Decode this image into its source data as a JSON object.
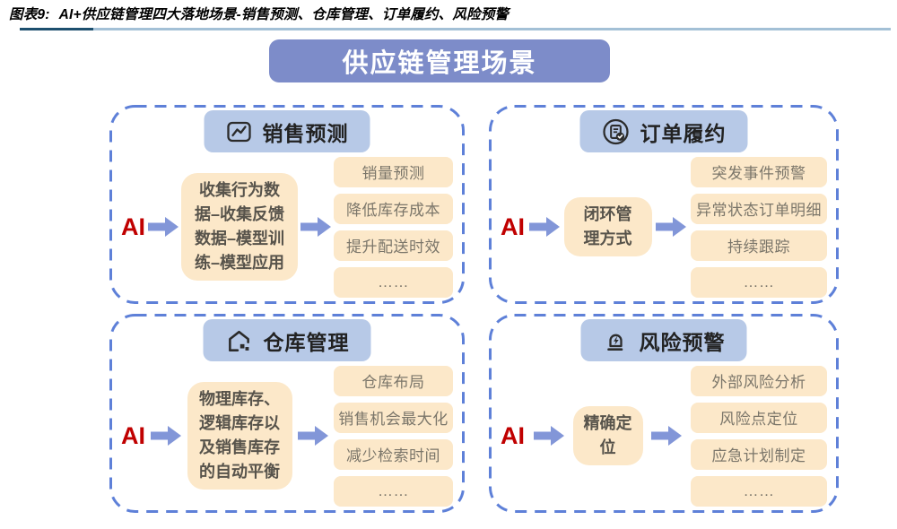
{
  "caption": {
    "label": "图表9:",
    "title": "AI+供应链管理四大落地场景-销售预测、仓库管理、订单履约、风险预警"
  },
  "banner": {
    "title": "供应链管理场景"
  },
  "colors": {
    "banner_bg": "#7d8cc9",
    "section_pill_bg": "#b7c9e7",
    "dashed_border": "#5e80d8",
    "item_pill_bg": "#fce8c9",
    "ai_red": "#c00000",
    "arrow_blue": "#8296d8",
    "rule_dark": "#1d4f6e",
    "rule_light": "#a3c0d6"
  },
  "sections": [
    {
      "id": "sales-forecast",
      "icon": "line-chart-icon",
      "title": "销售预测",
      "ai_label": "AI",
      "process": "收集行为数据–收集反馈数据–模型训练–模型应用",
      "outputs": [
        "销量预测",
        "降低库存成本",
        "提升配送时效",
        "……"
      ]
    },
    {
      "id": "order-fulfillment",
      "icon": "order-check-icon",
      "title": "订单履约",
      "ai_label": "AI",
      "process": "闭环管理方式",
      "outputs": [
        "突发事件预警",
        "异常状态订单明细",
        "持续跟踪",
        "……"
      ]
    },
    {
      "id": "warehouse-management",
      "icon": "warehouse-icon",
      "title": "仓库管理",
      "ai_label": "AI",
      "process": "物理库存、逻辑库存以及销售库存的自动平衡",
      "outputs": [
        "仓库布局",
        "销售机会最大化",
        "减少检索时间",
        "……"
      ]
    },
    {
      "id": "risk-warning",
      "icon": "alarm-icon",
      "title": "风险预警",
      "ai_label": "AI",
      "process": "精确定位",
      "outputs": [
        "外部风险分析",
        "风险点定位",
        "应急计划制定",
        "……"
      ]
    }
  ]
}
